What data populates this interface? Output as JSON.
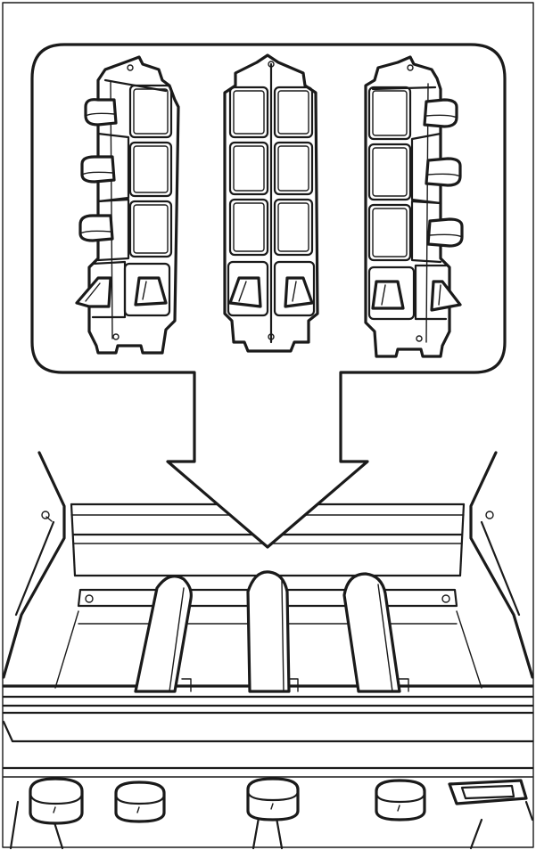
{
  "diagram": {
    "kind": "assembly-illustration",
    "colors": {
      "line": "#1a1a1a",
      "background": "#ffffff"
    },
    "callout": {
      "shape": "rounded-box-with-arrow",
      "points_to": "burner-area"
    },
    "flame_tamers": [
      {
        "id": "left",
        "orientation": "tabs-left"
      },
      {
        "id": "center",
        "orientation": "symmetric"
      },
      {
        "id": "right",
        "orientation": "tabs-right"
      }
    ],
    "burners": {
      "count": 3
    },
    "control_knobs": {
      "count": 4
    },
    "igniter_button": {
      "count": 1
    }
  }
}
